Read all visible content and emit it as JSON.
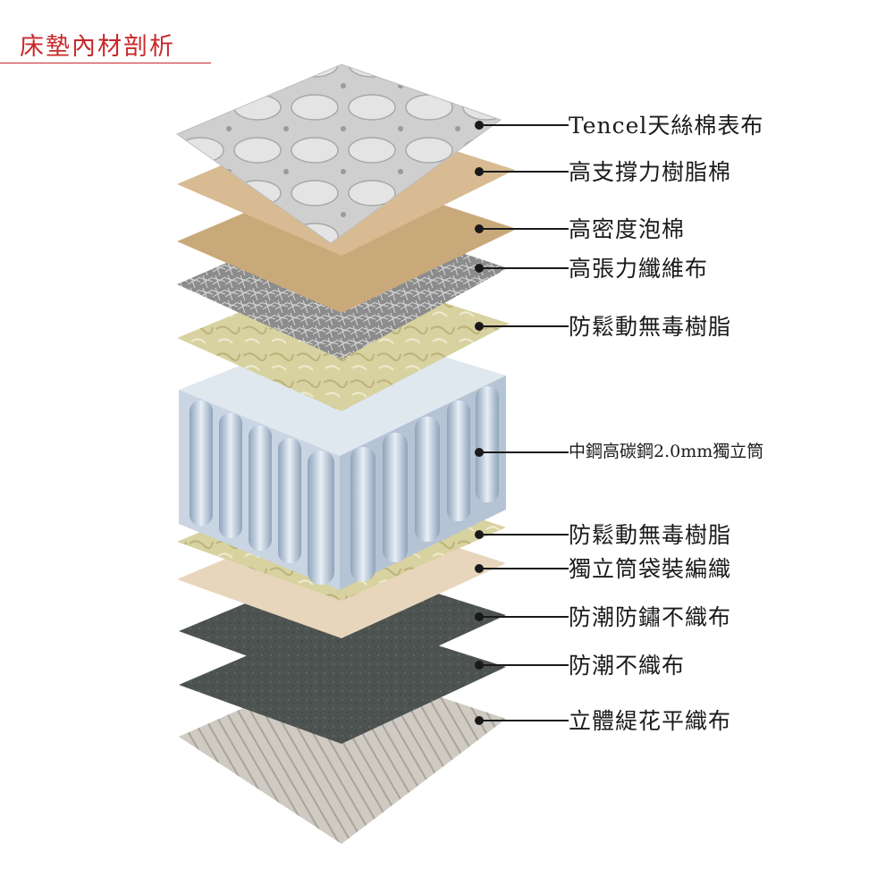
{
  "title": "床墊內材剖析",
  "colors": {
    "title": "#c8282a",
    "fabric": "#cfcfcf",
    "foam": "#d2b48c",
    "fiber": "#8f8f8f",
    "resin": "#d8d2a0",
    "coil": "#b9c8d8",
    "pocket": "#e8d6bc",
    "nonwoven": "#4d5350",
    "bottom": "#cfcbc3"
  },
  "layers": [
    {
      "label": "Tencel天絲棉表布"
    },
    {
      "label": "高支撐力樹脂棉"
    },
    {
      "label": "高密度泡棉"
    },
    {
      "label": "高張力纖維布"
    },
    {
      "label": "防鬆動無毒樹脂"
    },
    {
      "label": "中鋼高碳鋼2.0mm獨立筒"
    },
    {
      "label": "防鬆動無毒樹脂"
    },
    {
      "label": "獨立筒袋裝編織"
    },
    {
      "label": "防潮防鏽不織布"
    },
    {
      "label": "防潮不織布"
    },
    {
      "label": "立體緹花平織布"
    }
  ]
}
